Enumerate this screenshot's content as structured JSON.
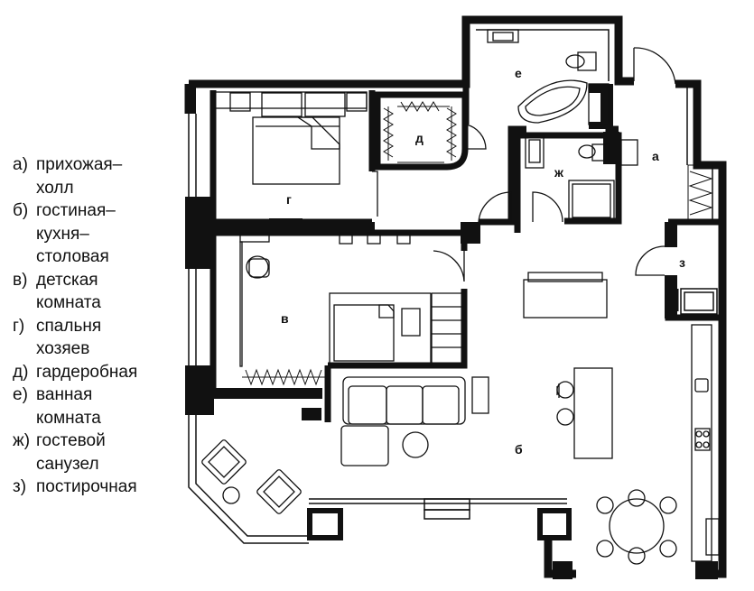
{
  "legend": [
    {
      "key": "а)",
      "text": "прихожая–\nхолл"
    },
    {
      "key": "б)",
      "text": "гостиная–\nкухня–\nстоловая"
    },
    {
      "key": "в)",
      "text": "детская\nкомната"
    },
    {
      "key": "г)",
      "text": "спальня\nхозяев"
    },
    {
      "key": "д)",
      "text": "гардеробная"
    },
    {
      "key": "е)",
      "text": "ванная\nкомната"
    },
    {
      "key": "ж)",
      "text": "гостевой\nсанузел"
    },
    {
      "key": "з)",
      "text": "постирочная"
    }
  ],
  "rooms": {
    "a": "а",
    "b": "б",
    "v": "в",
    "g": "г",
    "d": "д",
    "e": "е",
    "zh": "ж",
    "z": "з"
  }
}
